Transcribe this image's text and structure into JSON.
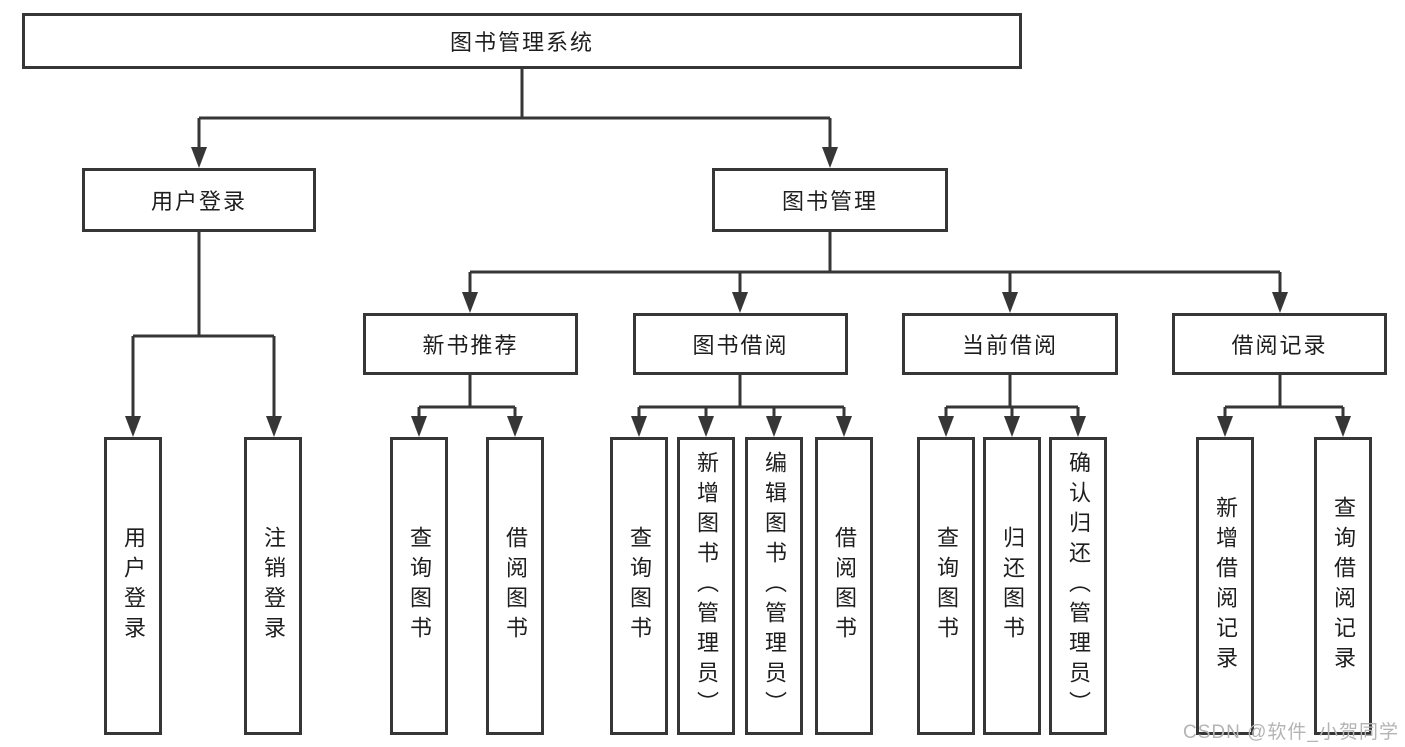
{
  "tree": {
    "label": "图书管理系统",
    "children": [
      {
        "label": "用户登录",
        "children": [
          {
            "label": "用户登录"
          },
          {
            "label": "注销登录"
          }
        ]
      },
      {
        "label": "图书管理",
        "children": [
          {
            "label": "新书推荐",
            "children": [
              {
                "label": "查询图书"
              },
              {
                "label": "借阅图书"
              }
            ]
          },
          {
            "label": "图书借阅",
            "children": [
              {
                "label": "查询图书"
              },
              {
                "label": "新增图书（管理员）"
              },
              {
                "label": "编辑图书（管理员）"
              },
              {
                "label": "借阅图书"
              }
            ]
          },
          {
            "label": "当前借阅",
            "children": [
              {
                "label": "查询图书"
              },
              {
                "label": "归还图书"
              },
              {
                "label": "确认归还（管理员）"
              }
            ]
          },
          {
            "label": "借阅记录",
            "children": [
              {
                "label": "新增借阅记录"
              },
              {
                "label": "查询借阅记录"
              }
            ]
          }
        ]
      }
    ]
  },
  "watermark": {
    "text": "CSDN @软件_小贺同学"
  },
  "colors": {
    "line": "#363636",
    "text": "#1e1e1e",
    "watermark": "#b4b4b4",
    "background": "#ffffff"
  }
}
